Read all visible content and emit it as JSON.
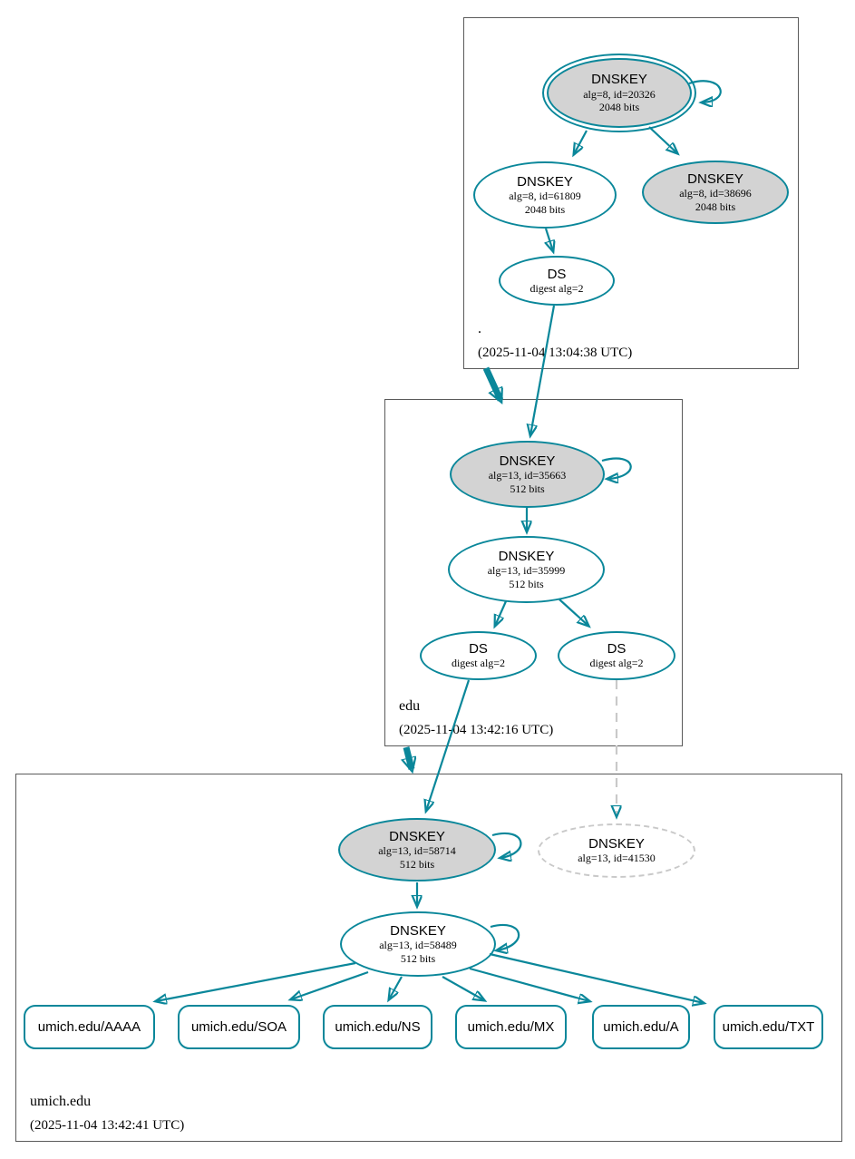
{
  "diagram": "DNSSEC authentication chain",
  "colors": {
    "secure_teal": "#0a879a",
    "node_gray_fill": "#d3d3d3",
    "insecure_gray": "#c9c9c9",
    "zone_border": "#5a5a5a"
  },
  "zones": [
    {
      "name": ".",
      "timestamp": "(2025-11-04 13:04:38 UTC)",
      "nodes": {
        "ksk": {
          "type": "DNSKEY",
          "params": "alg=8, id=20326",
          "bits": "2048 bits"
        },
        "zsk": {
          "type": "DNSKEY",
          "params": "alg=8, id=61809",
          "bits": "2048 bits"
        },
        "ksk2": {
          "type": "DNSKEY",
          "params": "alg=8, id=38696",
          "bits": "2048 bits"
        },
        "ds": {
          "type": "DS",
          "params": "digest alg=2"
        }
      }
    },
    {
      "name": "edu",
      "timestamp": "(2025-11-04 13:42:16 UTC)",
      "nodes": {
        "ksk": {
          "type": "DNSKEY",
          "params": "alg=13, id=35663",
          "bits": "512 bits"
        },
        "zsk": {
          "type": "DNSKEY",
          "params": "alg=13, id=35999",
          "bits": "512 bits"
        },
        "ds_a": {
          "type": "DS",
          "params": "digest alg=2"
        },
        "ds_b": {
          "type": "DS",
          "params": "digest alg=2"
        }
      }
    },
    {
      "name": "umich.edu",
      "timestamp": "(2025-11-04 13:42:41 UTC)",
      "nodes": {
        "ksk": {
          "type": "DNSKEY",
          "params": "alg=13, id=58714",
          "bits": "512 bits"
        },
        "insecure": {
          "type": "DNSKEY",
          "params": "alg=13, id=41530"
        },
        "zsk": {
          "type": "DNSKEY",
          "params": "alg=13, id=58489",
          "bits": "512 bits"
        }
      },
      "rrsets": [
        "umich.edu/AAAA",
        "umich.edu/SOA",
        "umich.edu/NS",
        "umich.edu/MX",
        "umich.edu/A",
        "umich.edu/TXT"
      ]
    }
  ]
}
